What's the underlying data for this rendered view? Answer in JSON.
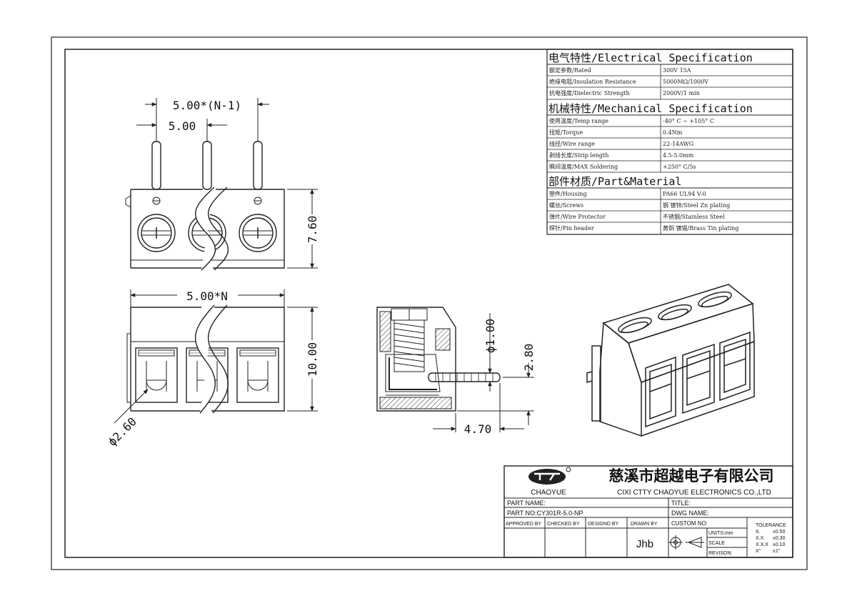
{
  "spec": {
    "electrical": {
      "title": "电气特性/Electrical Specification",
      "rows": [
        {
          "label": "额定参数/Rated",
          "value": "300V  15A"
        },
        {
          "label": "绝缘电阻/Insulation Resistance",
          "value": "5000MΩ/1000V"
        },
        {
          "label": "抗电强度/Dielectric Strength",
          "value": "2000V/1 min"
        }
      ]
    },
    "mechanical": {
      "title": "机械特性/Mechanical Specification",
      "rows": [
        {
          "label": "使用温度/Temp range",
          "value": "-40° C ~ +105° C"
        },
        {
          "label": "扭矩/Torque",
          "value": "0.4Nm"
        },
        {
          "label": "线径/Wire range",
          "value": "22-14AWG"
        },
        {
          "label": "剥线长度/Strip length",
          "value": "4.5-5.0mm"
        },
        {
          "label": "瞬间温度/MAX Soldering",
          "value": "+250° C/5s"
        }
      ]
    },
    "material": {
      "title": "部件材质/Part&Material",
      "rows": [
        {
          "label": "塑件/Housing",
          "value": "PA66 UL94 V-0"
        },
        {
          "label": "螺丝/Screws",
          "value": "钢 镀锌/Steel Zn plating"
        },
        {
          "label": "弹片/Wire Protector",
          "value": "不锈钢/Stainless Steel"
        },
        {
          "label": "焊针/Pin header",
          "value": "黄铜 镀锡/Brass Tin plating"
        }
      ]
    }
  },
  "dims": {
    "pitch_total": "5.00*(N-1)",
    "pitch": "5.00",
    "height_top": "7.60",
    "width_total": "5.00*N",
    "height_front": "10.00",
    "hole_dia": "ϕ2.60",
    "pin_dia": "ϕ1.00",
    "pin_len": "2.80",
    "depth": "4.70"
  },
  "titleblock": {
    "logo_text": "CHAOYUE",
    "company_cn": "慈溪市超越电子有限公司",
    "company_en": "CIXI CTTY CHAOYUE ELECTRONICS CO.,LTD",
    "part_name_label": "PART NAME:",
    "title_label": "TITLE:",
    "part_no": "PART NO:CY301R-5.0-NP",
    "dwg_name_label": "DWG NAME:",
    "approved_by": "APPROVED BY",
    "checked_by": "CHECKED BY",
    "designed_by": "DESIGND BY",
    "drawn_by": "DRAWN BY",
    "custom_no": "CUSTOM NO:",
    "drawn_by_value": "Jhb",
    "units": "UNITS:mm",
    "scale": "SCALE",
    "revision": "REVISON:",
    "tolerance_title": "TOLERANCE",
    "tolerances": [
      {
        "k": "X.",
        "v": "±0.50"
      },
      {
        "k": "X.X",
        "v": "±0.30"
      },
      {
        "k": "X.X.X",
        "v": "±0.10"
      },
      {
        "k": "X°",
        "v": "±1°"
      }
    ]
  }
}
